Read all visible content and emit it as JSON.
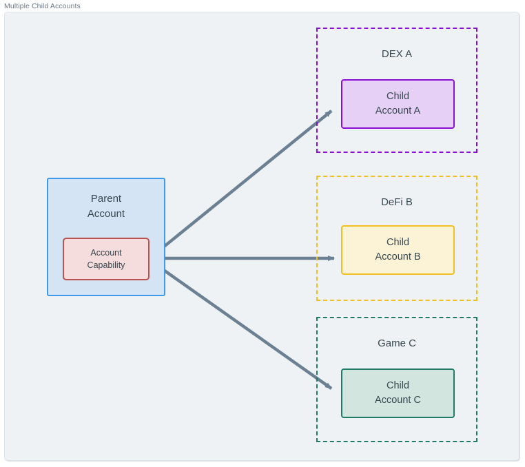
{
  "frame": {
    "title": "Multiple Child Accounts"
  },
  "colors": {
    "canvas_background": "#EFF2F5",
    "canvas_border": "#DCE3EA",
    "title_text": "#6A7A8C",
    "node_text": "#37474F",
    "edge": "#6C8093",
    "parent_fill": "#D5E4F5",
    "parent_border": "#3D9AE8",
    "capability_fill": "#F5DDDD",
    "capability_border": "#B85450",
    "dex_a_border": "#8A0FD4",
    "dex_a_fill": "#E6D0F5",
    "defi_b_border": "#F0C020",
    "defi_b_fill": "#FCF2D5",
    "game_c_border": "#1F7A66",
    "game_c_fill": "#D2E5DF"
  },
  "parent": {
    "title_line1": "Parent",
    "title_line2": "Account",
    "capability_line1": "Account",
    "capability_line2": "Capability"
  },
  "groups": [
    {
      "title": "DEX A",
      "child_line1": "Child",
      "child_line2": "Account A"
    },
    {
      "title": "DeFi B",
      "child_line1": "Child",
      "child_line2": "Account B"
    },
    {
      "title": "Game C",
      "child_line1": "Child",
      "child_line2": "Account C"
    }
  ],
  "edges": [
    {
      "from": "Account Capability",
      "to": "Child Account A"
    },
    {
      "from": "Account Capability",
      "to": "Child Account B"
    },
    {
      "from": "Account Capability",
      "to": "Child Account C"
    }
  ]
}
